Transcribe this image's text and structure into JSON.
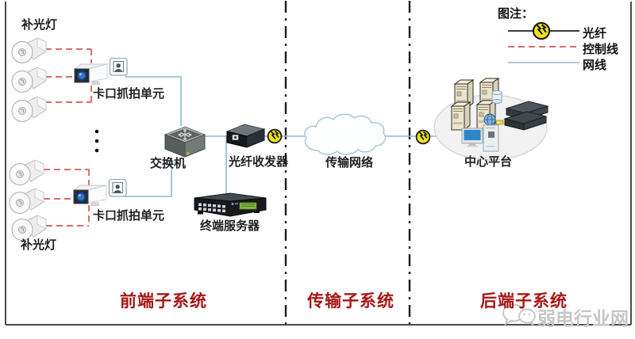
{
  "legend": {
    "title": "图注：",
    "items": [
      {
        "label": "光纤",
        "style": "fiber"
      },
      {
        "label": "控制线",
        "style": "control"
      },
      {
        "label": "网线",
        "style": "network"
      }
    ]
  },
  "devices": {
    "fill_light": "补光灯",
    "capture_unit": "卡口抓拍单元",
    "switch": "交换机",
    "fiber_transceiver": "光纤收发器",
    "terminal_server": "终端服务器",
    "transmission_network": "传输网络",
    "center_platform": "中心平台"
  },
  "sections": [
    {
      "label": "前端子系统"
    },
    {
      "label": "传输子系统"
    },
    {
      "label": "后端子系统"
    }
  ],
  "watermark": {
    "text": "弱电行业网"
  },
  "colors": {
    "section_label": "#a81616",
    "control_line": "#d45757",
    "network_line": "#8fb9cf",
    "fiber_line": "#3a3a3a",
    "lightning_yellow": "#f2e41a"
  }
}
